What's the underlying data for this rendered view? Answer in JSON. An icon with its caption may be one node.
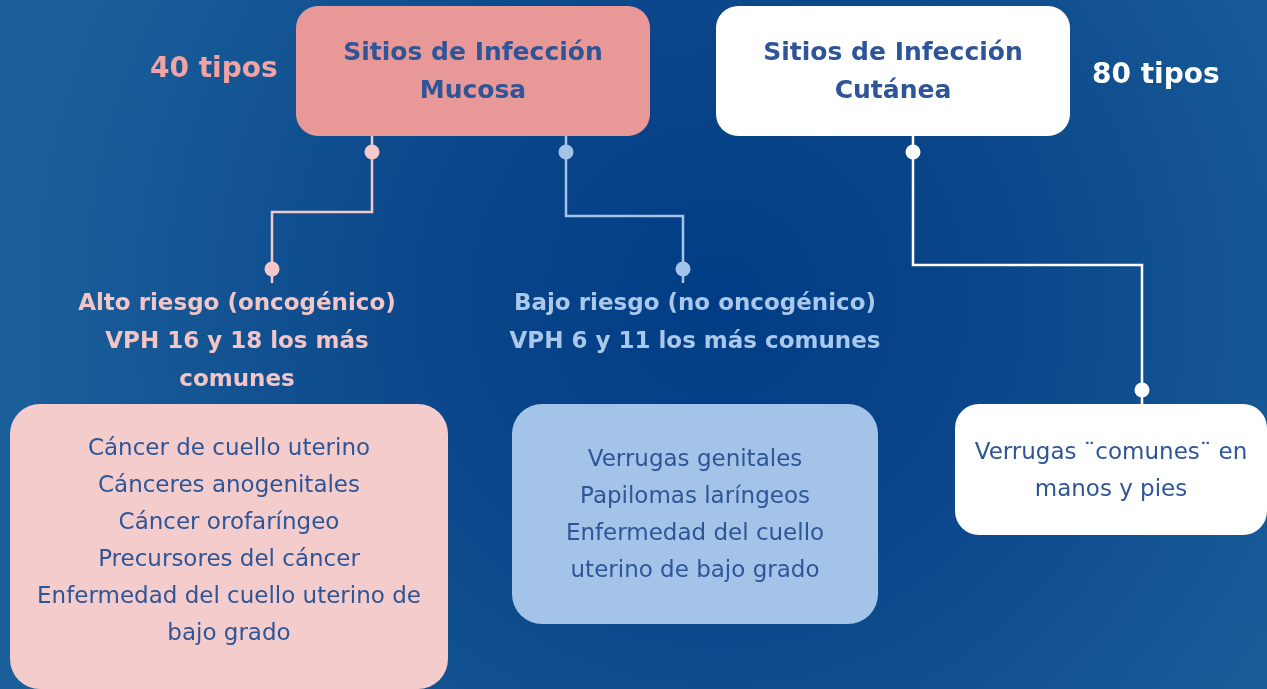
{
  "diagram": {
    "nodes": [
      {
        "text": [
          "Sitios de Infección Mucosa"
        ],
        "beside": [
          "40 tipos"
        ]
      },
      {
        "text": [
          "Sitios de Infección Cutánea"
        ],
        "beside": [
          "80 tipos"
        ]
      },
      {
        "text": [
          "Alto riesgo (oncogénico) VPH 16 y 18 los más comunes"
        ]
      },
      {
        "text": [
          "Bajo riesgo (no oncogénico) VPH 6 y 11 los más comunes"
        ]
      },
      {
        "text": [
          "Cáncer de cuello uterino",
          "Cánceres anogenitales",
          "Cáncer orofaríngeo",
          "Precursores del cáncer",
          "Enfermedad del cuello uterino de bajo grado"
        ]
      },
      {
        "text": [
          "Verrugas genitales",
          "Papilomas laríngeos",
          "Enfermedad del cuello uterino de bajo grado"
        ]
      },
      {
        "text": [
          "Verrugas ¨comunes¨ en manos y pies"
        ]
      }
    ],
    "edges": [
      {
        "from": 0,
        "to": 2,
        "arrow": "other",
        "color": "#f4c9cc"
      },
      {
        "from": 0,
        "to": 3,
        "arrow": "other",
        "color": "#a3c4e8"
      },
      {
        "from": 1,
        "to": 6,
        "arrow": "other"
      }
    ]
  }
}
